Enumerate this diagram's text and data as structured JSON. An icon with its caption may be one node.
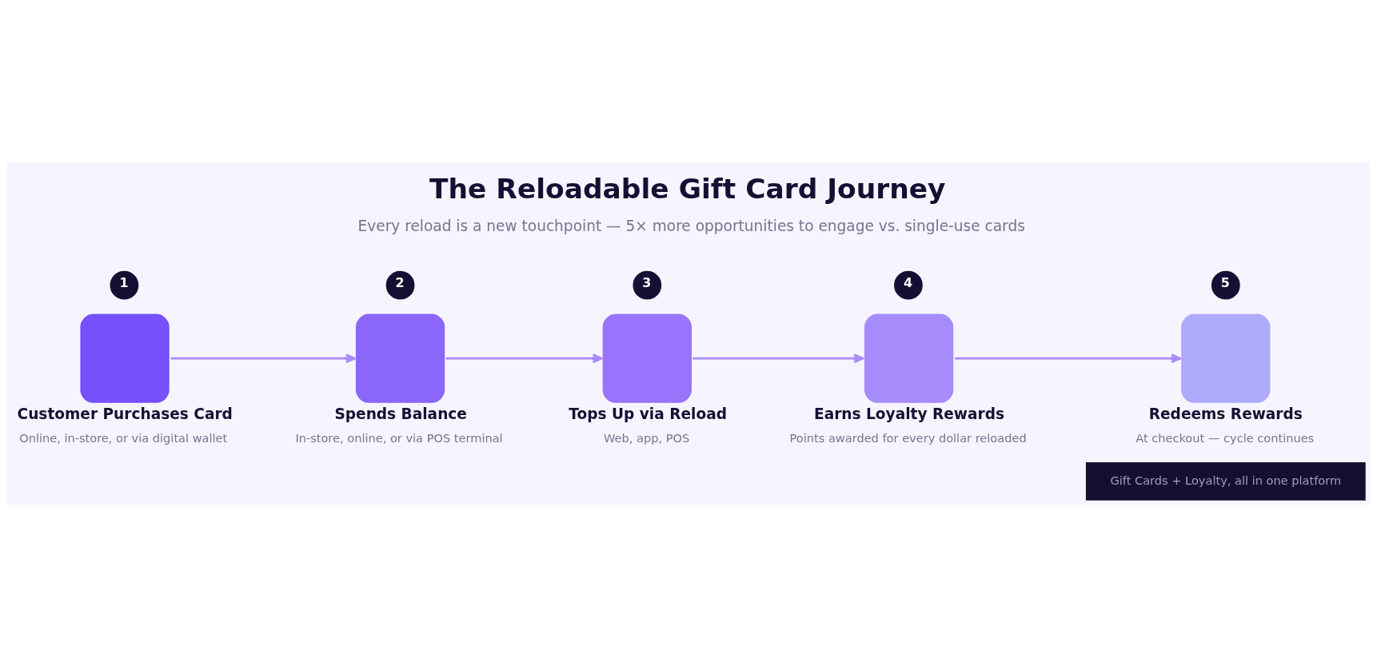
{
  "diagram": {
    "title": "The Reloadable Gift Card Journey",
    "caption": "Every reload is a new touchpoint — 5× more opportunities to engage vs. single-use cards",
    "nodes": [
      {
        "text": [
          "Customer Purchases Card",
          "Online, in-store, or via digital wallet"
        ]
      },
      {
        "text": [
          "1"
        ]
      },
      {
        "text": [
          "Spends Balance",
          "In-store, online, or via POS terminal"
        ]
      },
      {
        "text": [
          "2"
        ]
      },
      {
        "text": [
          "Tops Up via Reload",
          "Web, app, POS"
        ]
      },
      {
        "text": [
          "3"
        ]
      },
      {
        "text": [
          "Earns Loyalty Rewards",
          "Points awarded for every dollar reloaded"
        ]
      },
      {
        "text": [
          "4"
        ]
      },
      {
        "text": [
          "Redeems Rewards",
          "At checkout — cycle continues"
        ]
      },
      {
        "text": [
          "5"
        ]
      }
    ],
    "edges": [
      {
        "from": 0,
        "to": 2,
        "arrow": "to"
      },
      {
        "from": 2,
        "to": 4,
        "arrow": "to"
      },
      {
        "from": 4,
        "to": 6,
        "arrow": "to"
      },
      {
        "from": 6,
        "to": 8,
        "arrow": "to"
      }
    ],
    "labels": [
      "Gift Cards + Loyalty, all in one platform"
    ]
  }
}
